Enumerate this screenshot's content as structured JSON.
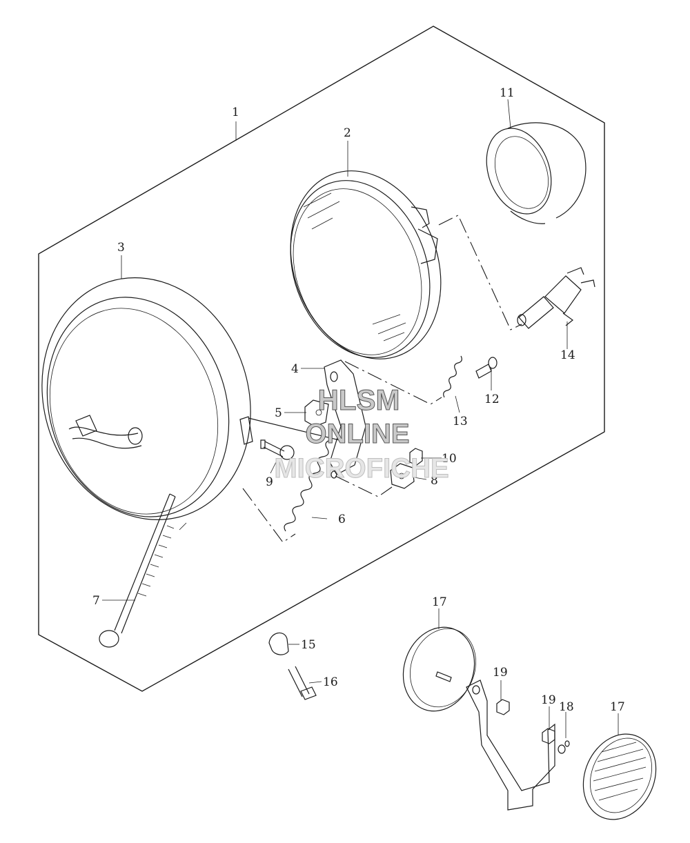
{
  "callouts": [
    {
      "id": "c1",
      "label": "1"
    },
    {
      "id": "c2",
      "label": "2"
    },
    {
      "id": "c3",
      "label": "3"
    },
    {
      "id": "c4",
      "label": "4"
    },
    {
      "id": "c5",
      "label": "5"
    },
    {
      "id": "c6",
      "label": "6"
    },
    {
      "id": "c7",
      "label": "7"
    },
    {
      "id": "c8",
      "label": "8"
    },
    {
      "id": "c9",
      "label": "9"
    },
    {
      "id": "c10",
      "label": "10"
    },
    {
      "id": "c11",
      "label": "11"
    },
    {
      "id": "c12",
      "label": "12"
    },
    {
      "id": "c13",
      "label": "13"
    },
    {
      "id": "c14",
      "label": "14"
    },
    {
      "id": "c15",
      "label": "15"
    },
    {
      "id": "c16",
      "label": "16"
    },
    {
      "id": "c17a",
      "label": "17"
    },
    {
      "id": "c17b",
      "label": "17"
    },
    {
      "id": "c18",
      "label": "18"
    },
    {
      "id": "c19a",
      "label": "19"
    },
    {
      "id": "c19b",
      "label": "19"
    }
  ],
  "watermark": {
    "line1": "HLSM",
    "line2": "ONLINE",
    "line3": "MICROFICHE"
  }
}
